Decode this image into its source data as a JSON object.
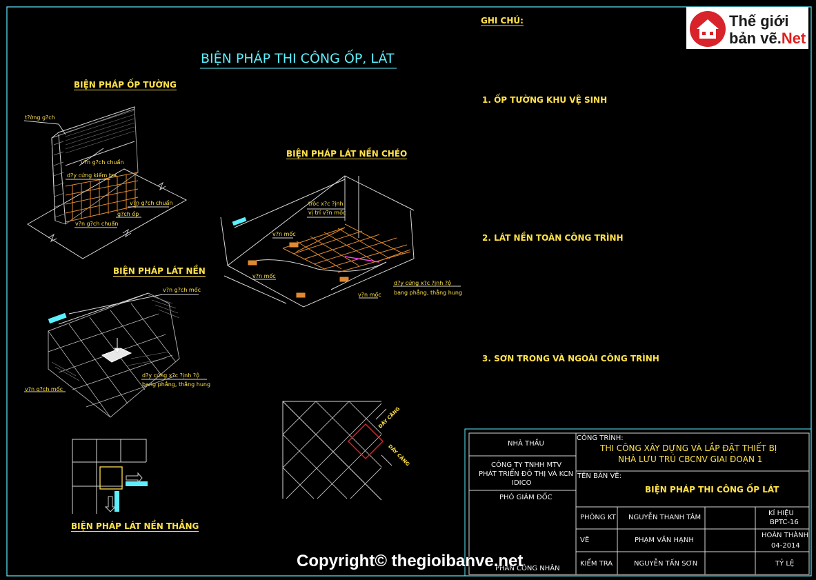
{
  "main_title": "BIỆN PHÁP THI CÔNG ỐP, LÁT",
  "sections": {
    "op_tuong": {
      "title": "BIỆN PHÁP ỐP TƯỜNG",
      "labels": [
        "t?ờng g?ch",
        "v?n g?ch chuẩn",
        "d?y cứng kiểm tra",
        "v?n g?ch chuẩn",
        "g?ch ốp",
        "v?n g?ch chuẩn"
      ]
    },
    "lat_nen": {
      "title": "BIỆN PHÁP LÁT NỀN",
      "labels": [
        "v?n g?ch mốc",
        "d?y cứng x?c ?ịnh ?ộ",
        "bang phẳng, thẳng hung",
        "v?n g?ch mốc"
      ]
    },
    "lat_nen_cheo": {
      "title": "BIỆN PHÁP LÁT NỀN CHÉO",
      "labels": [
        "trôc x?c ?ịnh",
        "vị trí v?n mốc",
        "v?n mốc",
        "v?n mốc",
        "v?n mốc",
        "d?y cứng x?c ?ịnh ?ộ",
        "bang phẳng, thẳng hung"
      ]
    },
    "lat_nen_thang": {
      "title": "BIỆN PHÁP LÁT NỀN THẲNG"
    },
    "diag_detail": {
      "labels": [
        "DÂY CĂNG",
        "DÂY CĂNG"
      ]
    }
  },
  "notes": {
    "heading": "GHI CHÚ:",
    "items": [
      "1. ỐP TƯỜNG KHU VỆ SINH",
      "2. LÁT NỀN TOÀN CÔNG TRÌNH",
      "3. SƠN TRONG VÀ NGOÀI CÔNG TRÌNH"
    ]
  },
  "logo": {
    "line1": "Thế giới",
    "line2": "bản vẽ.",
    "line2_accent": "Net"
  },
  "title_block": {
    "nha_thau_label": "NHÀ THẦU",
    "company": [
      "CÔNG TY TNHH MTV",
      "PHÁT TRIỂN ĐÔ THỊ VÀ KCN",
      "IDICO"
    ],
    "pho_giam_doc": "PHÓ GIÁM ĐỐC",
    "phan_cong_nhan": "PHAN CÔNG NHÂN",
    "cong_trinh_label": "CÔNG TRÌNH:",
    "cong_trinh": [
      "THI CÔNG XÂY DỰNG VÀ LẮP ĐẶT THIẾT BỊ",
      "NHÀ LƯU TRÚ CBCNV GIAI ĐOẠN 1"
    ],
    "ten_ban_ve_label": "TÊN BẢN VẼ:",
    "ten_ban_ve": "BIỆN PHÁP THI CÔNG ỐP LÁT",
    "rows": [
      {
        "role": "PHÒNG KT",
        "name": "NGUYỄN THANH TÂM"
      },
      {
        "role": "VẼ",
        "name": "PHẠM VĂN HẠNH"
      },
      {
        "role": "KIỂM TRA",
        "name": "NGUYỄN TẤN SƠN"
      }
    ],
    "ki_hieu_label": "KÍ HIỆU",
    "ki_hieu": "BPTC-16",
    "hoan_thanh_label": "HOÀN THÀNH",
    "hoan_thanh": "04-2014",
    "ty_le_label": "TỶ LỆ"
  },
  "watermark": "Copyright© thegioibanve.net",
  "colors": {
    "cyan": "#5cf0ff",
    "yellow": "#ffe24a",
    "orange": "#e08a30",
    "white": "#f2f2f2",
    "red": "#e02020",
    "magenta": "#ff40ff"
  }
}
